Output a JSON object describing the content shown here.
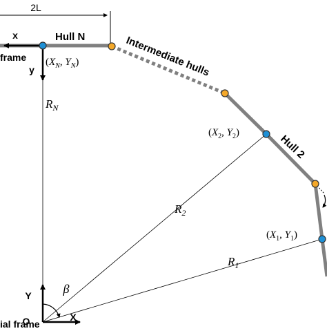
{
  "labels": {
    "length": "2L",
    "hull_n": "Hull N",
    "intermediate": "Intermediate hulls",
    "hull_2": "Hull 2",
    "local_frame": "frame",
    "local_x_axis": "x",
    "local_y_axis": "y",
    "inertial_frame": "ial frame",
    "origin": "O",
    "global_x_axis": "X",
    "global_y_axis": "Y",
    "beta": "β"
  },
  "points": {
    "n": {
      "open": "(",
      "x": "X",
      "xs": "N",
      "sep": ", ",
      "y": "Y",
      "ys": "N",
      "close": ")"
    },
    "two": {
      "open": "(",
      "x": "X",
      "xs": "2",
      "sep": ", ",
      "y": "Y",
      "ys": "2",
      "close": ")"
    },
    "one": {
      "open": "(",
      "x": "X",
      "xs": "1",
      "sep": ", ",
      "y": "Y",
      "ys": "1",
      "close": ")"
    }
  },
  "radii": {
    "rn": {
      "base": "R",
      "sub": "N"
    },
    "r2": {
      "base": "R",
      "sub": "2"
    },
    "r1": {
      "base": "R",
      "sub": "1"
    }
  },
  "colors": {
    "hull": "#808080",
    "node_blue": "#1e90d6",
    "node_orange": "#f4a829",
    "node_stroke": "#333333",
    "line": "#000000"
  }
}
